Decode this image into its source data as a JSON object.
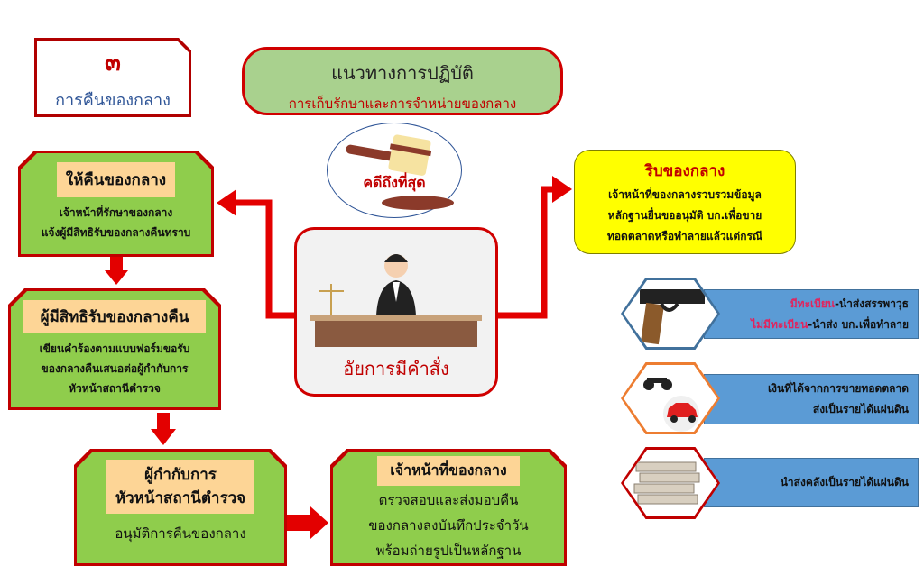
{
  "section": {
    "number": "๓",
    "title": "การคืนของกลาง"
  },
  "header": {
    "title": "แนวทางการปฏิบัติ",
    "subtitle": "การเก็บรักษาและการจำหน่ายของกลาง"
  },
  "gavel": {
    "label": "คดีถึงที่สุด"
  },
  "prosecutor": {
    "label": "อัยการมีคำสั่ง"
  },
  "steps": [
    {
      "title": "ให้คืนของกลาง",
      "lines": [
        "เจ้าหน้าที่รักษาของกลาง",
        "แจ้งผู้มีสิทธิรับของกลางคืนทราบ"
      ]
    },
    {
      "title": "ผู้มีสิทธิรับของกลางคืน",
      "lines": [
        "เขียนคำร้องตามแบบฟอร์มขอรับ",
        "ของกลางคืนเสนอต่อผู้กำกับการ",
        "หัวหน้าสถานีตำรวจ"
      ]
    },
    {
      "title_lines": [
        "ผู้กำกับการ",
        "หัวหน้าสถานีตำรวจ"
      ],
      "lines": [
        "อนุมัติการคืนของกลาง"
      ]
    },
    {
      "title": "เจ้าหน้าที่ของกลาง",
      "lines": [
        "ตรวจสอบและส่งมอบคืน",
        "ของกลางลงบันทึกประจำวัน",
        "พร้อมถ่ายรูปเป็นหลักฐาน"
      ]
    }
  ],
  "confiscate": {
    "title": "ริบของกลาง",
    "lines": [
      "เจ้าหน้าที่ของกลางรวบรวมข้อมูล",
      "หลักฐานยื่นขออนุมัติ บก.เพื่อขาย",
      "ทอดตลาดหรือทำลายแล้วแต่กรณี"
    ]
  },
  "disposal": [
    {
      "icon": "pistol-icon",
      "lines": [
        {
          "em": "มีทะเบียน",
          "rest": "-นำส่งสรรพาวุธ"
        },
        {
          "em": "ไม่มีทะเบียน",
          "rest": "-นำส่ง บก.เพื่อทำลาย"
        }
      ]
    },
    {
      "icon": "vehicles-icon",
      "lines": [
        {
          "em": "",
          "rest": "เงินที่ได้จากการขายทอดตลาด"
        },
        {
          "em": "",
          "rest": "ส่งเป็นรายได้แผ่นดิน"
        }
      ]
    },
    {
      "icon": "money-stack-icon",
      "lines": [
        {
          "em": "",
          "rest": "นำส่งคลังเป็นรายได้แผ่นดิน"
        }
      ]
    }
  ]
}
